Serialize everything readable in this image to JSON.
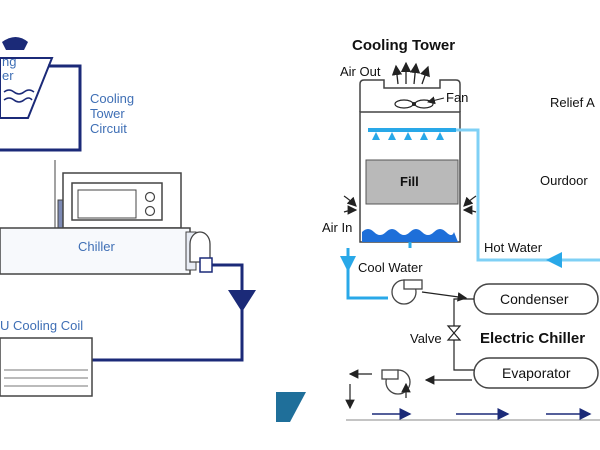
{
  "left_panel": {
    "tower_label_partial_1": "ng",
    "tower_label_partial_2": "er",
    "cooling_tower_circuit": [
      "Cooling",
      "Tower",
      "Circuit"
    ],
    "chiller": "Chiller",
    "cooling_coil": "U Cooling Coil"
  },
  "right_panel": {
    "title": "Cooling Tower",
    "air_out": "Air Out",
    "fan": "Fan",
    "fill": "Fill",
    "air_in": "Air In",
    "hot_water": "Hot Water",
    "cool_water": "Cool Water",
    "condenser": "Condenser",
    "valve": "Valve",
    "electric_chiller": "Electric Chiller",
    "evaporator": "Evaporator",
    "relief_air": "Relief A",
    "outdoor": "Ourdoor"
  },
  "colors": {
    "navy": "#1b2a78",
    "water": "#29a8e8",
    "fill": "#b9b9b9",
    "left_text": "#3f6fb5",
    "teal_accent": "#1f6f9a"
  }
}
